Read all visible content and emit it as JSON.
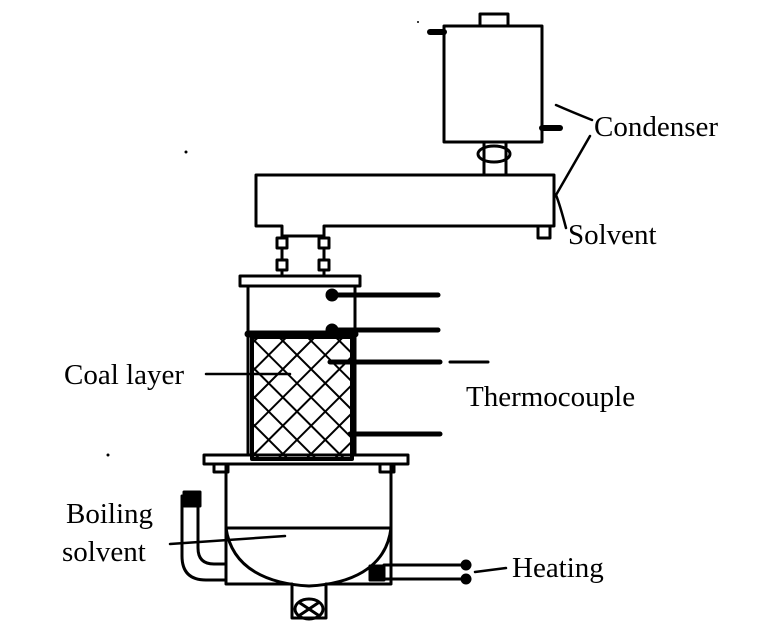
{
  "labels": {
    "condenser": "Condenser",
    "solvent": "Solvent",
    "coal_layer": "Coal layer",
    "thermocouple": "Thermocouple",
    "boiling_line1": "Boiling",
    "boiling_line2": "solvent",
    "heating": "Heating"
  },
  "colors": {
    "ink": "#000000",
    "paper": "#ffffff"
  }
}
